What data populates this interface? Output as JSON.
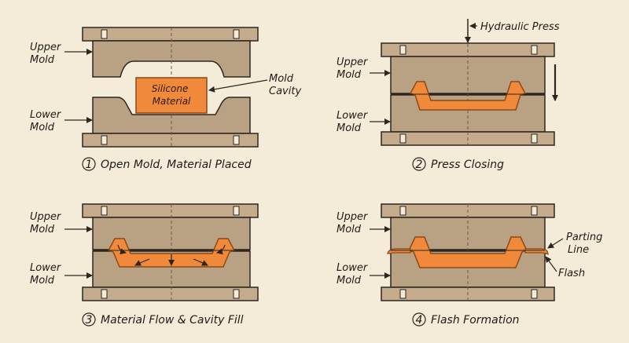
{
  "colors": {
    "background": "#f4ecd9",
    "mold": "#b9a184",
    "plate": "#c4ab8c",
    "outline": "#2d2620",
    "material": "#f08a3a",
    "material_stroke": "#8a4a1a"
  },
  "panels": [
    {
      "caption_number": "1",
      "caption_text": "Open Mold, Material Placed",
      "upper_label": "Upper\nMold",
      "lower_label": "Lower\nMold",
      "material_label": "Silicone\nMaterial",
      "cavity_label": "Mold\nCavity"
    },
    {
      "caption_number": "2",
      "caption_text": "Press Closing",
      "upper_label": "Upper\nMold",
      "lower_label": "Lower\nMold",
      "press_label": "Hydraulic Press"
    },
    {
      "caption_number": "3",
      "caption_text": "Material Flow & Cavity Fill",
      "upper_label": "Upper\nMold",
      "lower_label": "Lower\nMold"
    },
    {
      "caption_number": "4",
      "caption_text": "Flash Formation",
      "upper_label": "Upper\nMold",
      "lower_label": "Lower\nMold",
      "parting_label": "Parting\nLine",
      "flash_label": "Flash"
    }
  ]
}
